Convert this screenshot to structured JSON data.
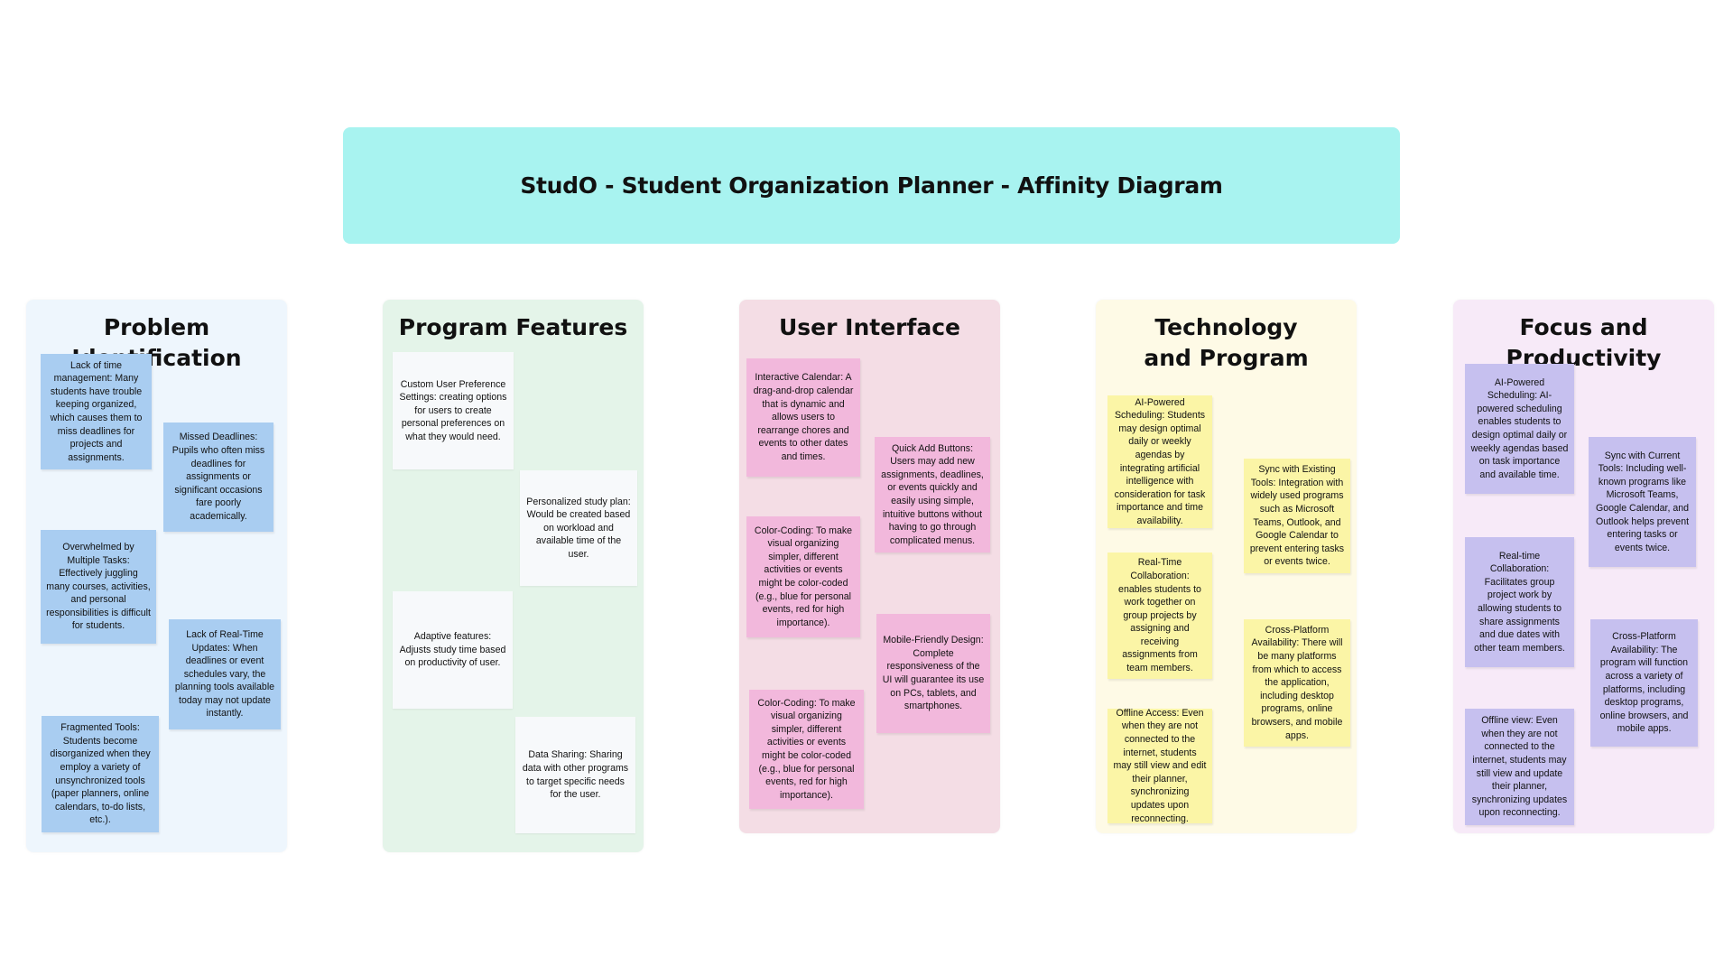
{
  "title": "StudO - Student Organization Planner - Affinity Diagram",
  "colors": {
    "banner": "#a8f3f0",
    "problem_bg": "#eef6fd",
    "features_bg": "#e4f4e9",
    "ui_bg": "#f4dde5",
    "tech_bg": "#fefae6",
    "focus_bg": "#f7eaf8",
    "blue_note": "#a9cdf1",
    "white_note": "#f7f9fb",
    "pink_note": "#f2b8dc",
    "yellow_note": "#fbf5a6",
    "purple_note": "#c6c0ef"
  },
  "groups": [
    {
      "title": "Problem Identification",
      "notes": [
        "Lack of time management: Many students have trouble keeping organized, which causes them to miss deadlines for projects and assignments.",
        "Missed Deadlines: Pupils who often miss deadlines for assignments or significant occasions fare poorly academically.",
        "Overwhelmed by Multiple Tasks: Effectively juggling many courses, activities, and personal responsibilities is difficult for students.",
        "Lack of Real-Time Updates: When deadlines or event schedules vary, the planning tools available today may not update instantly.",
        "Fragmented Tools: Students become disorganized when they employ a variety of unsynchronized tools (paper planners, online calendars, to-do lists, etc.)."
      ]
    },
    {
      "title": "Program Features",
      "notes": [
        "Custom User Preference Settings: creating options for users to create personal preferences on what they would need.",
        "Personalized study plan: Would be created based on workload and available time of the user.",
        "Adaptive features: Adjusts study time based on productivity of user.",
        "Data Sharing: Sharing data with other programs to target specific needs for the user."
      ]
    },
    {
      "title": "User Interface",
      "notes": [
        "Interactive Calendar: A drag-and-drop calendar that is dynamic and allows users to rearrange chores and events to other dates and times.",
        "Quick Add Buttons: Users may add new assignments, deadlines, or events quickly and easily using simple, intuitive buttons without having to go through complicated menus.",
        "Color-Coding: To make visual organizing simpler, different activities or events might be color-coded (e.g., blue for personal events, red for high importance).",
        "Mobile-Friendly Design: Complete responsiveness of the UI will guarantee its use on PCs, tablets, and smartphones.",
        "Color-Coding: To make visual organizing simpler, different activities or events might be color-coded (e.g., blue for personal events, red for high importance)."
      ]
    },
    {
      "title": "Technology and Program",
      "notes": [
        "AI-Powered Scheduling: Students may design optimal daily or weekly agendas by integrating artificial intelligence with consideration for task importance and time availability.",
        "Sync with Existing Tools: Integration with widely used programs such as Microsoft Teams, Outlook, and Google Calendar to prevent entering tasks or events twice.",
        "Real-Time Collaboration: enables students to work together on group projects by assigning and receiving assignments from team members.",
        "Cross-Platform Availability: There will be many platforms from which to access the application, including desktop programs, online browsers, and mobile apps.",
        "Offline Access: Even when they are not connected to the internet, students may still view and edit their planner, synchronizing updates upon reconnecting."
      ]
    },
    {
      "title": "Focus and Productivity",
      "notes": [
        "AI-Powered Scheduling: AI-powered scheduling enables students to design optimal daily or weekly agendas based on task importance and available time.",
        "Sync with Current Tools: Including well-known programs like Microsoft Teams, Google Calendar, and Outlook helps prevent entering tasks or events twice.",
        "Real-time Collaboration: Facilitates group project work by allowing students to share assignments and due dates with other team members.",
        "Cross-Platform Availability: The program will function across a variety of platforms, including desktop programs, online browsers, and mobile apps.",
        "Offline view: Even when they are not connected to the internet, students may still view and update their planner, synchronizing updates upon reconnecting."
      ]
    }
  ]
}
